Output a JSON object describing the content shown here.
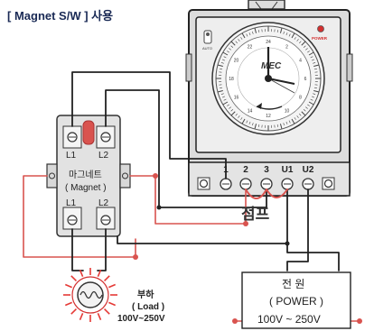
{
  "title": "[ Magnet S/W ] 사용",
  "timer": {
    "brand": "MEC",
    "power_label": "POWER",
    "auto_label": "AUTO",
    "terminals": [
      "1",
      "2",
      "3",
      "U1",
      "U2"
    ]
  },
  "magnet": {
    "top_terminals": [
      "L1",
      "L2"
    ],
    "bottom_terminals": [
      "L1",
      "L2"
    ],
    "label_line1": "마그네트",
    "label_line2": "( Magnet )"
  },
  "jumper_label": "점프",
  "load": {
    "line1": "부하",
    "line2": "( Load )",
    "line3": "100V~250V"
  },
  "power": {
    "line1": "전 원",
    "line2": "( POWER )",
    "line3": "100V ~ 250V"
  },
  "colors": {
    "wire_black": "#222222",
    "wire_red": "#d9534f",
    "accent_red": "#d32f2f",
    "panel_gray": "#e7e7e7"
  }
}
